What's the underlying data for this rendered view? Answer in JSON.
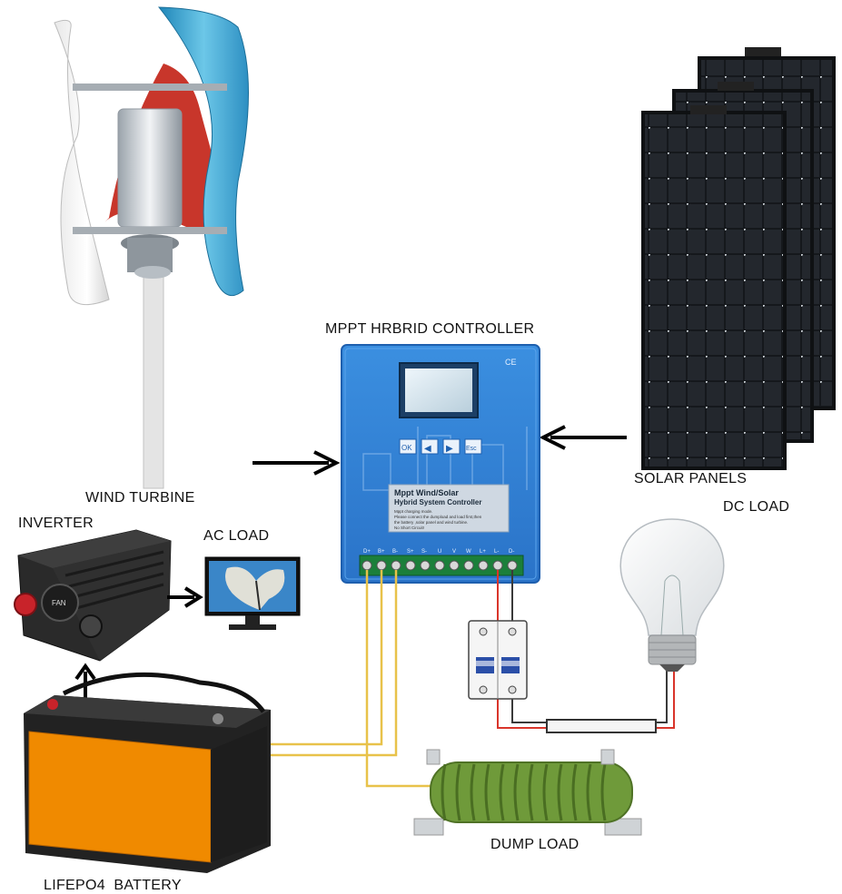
{
  "labels": {
    "controller_title": "MPPT HRBRID CONTROLLER",
    "wind_turbine": "WIND TURBINE",
    "inverter": "INVERTER",
    "ac_load": "AC LOAD",
    "solar_panels": "SOLAR PANELS",
    "dc_load": "DC LOAD",
    "dump_load": "DUMP LOAD",
    "battery": "LIFEPO4  BATTERY"
  },
  "controller": {
    "ce_mark": "CE",
    "buttons": [
      "OK",
      "◀",
      "▶",
      "Esc"
    ],
    "panel_title_line1": "Mppt Wind/Solar",
    "panel_title_line2": "Hybrid System Controller",
    "panel_note_1": "Mppt charging mode.",
    "panel_note_2": "Please connect the dumpload and load first,then",
    "panel_note_3": "the battery ,solar panel and wind turbine.",
    "panel_note_4": "No Short Circuit!",
    "terminal_labels": [
      "D+",
      "B+",
      "B-",
      "S+",
      "S-",
      "U",
      "V",
      "W",
      "L+",
      "L-",
      "D-"
    ]
  },
  "inverter": {
    "fan_label": "FAN"
  },
  "colors": {
    "controller_blue": "#2f7fd6",
    "battery_orange": "#f08a00",
    "wire_yellow": "#e8c24a",
    "wire_red": "#d9352b",
    "dump_load_green": "#6f9a3a",
    "turbine_blue": "#3fa6cf",
    "turbine_red": "#c8362b"
  }
}
